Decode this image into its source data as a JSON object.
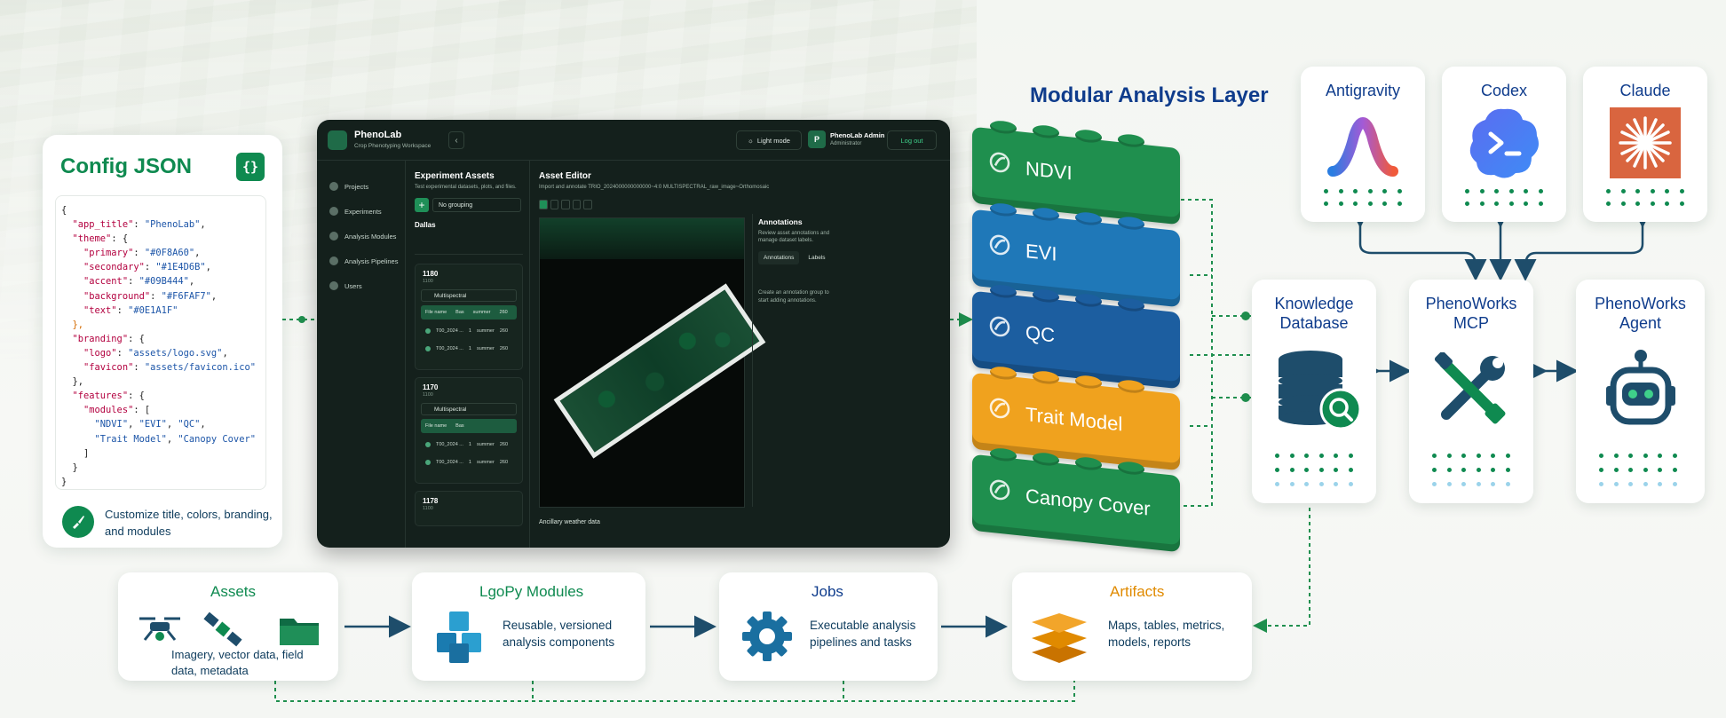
{
  "config": {
    "title": "Config JSON",
    "brace": "{}",
    "code_lines": [
      [
        [
          "p",
          "{"
        ]
      ],
      [
        [
          "k",
          "  \"app_title\""
        ],
        [
          "p",
          ": "
        ],
        [
          "s",
          "\"PhenoLab\""
        ],
        [
          "p",
          ","
        ]
      ],
      [
        [
          "k",
          "  \"theme\""
        ],
        [
          "p",
          ": {"
        ]
      ],
      [
        [
          "k",
          "    \"primary\""
        ],
        [
          "p",
          ": "
        ],
        [
          "s",
          "\"#0F8A60\""
        ],
        [
          "p",
          ","
        ]
      ],
      [
        [
          "k",
          "    \"secondary\""
        ],
        [
          "p",
          ": "
        ],
        [
          "s",
          "\"#1E4D6B\""
        ],
        [
          "p",
          ","
        ]
      ],
      [
        [
          "k",
          "    \"accent\""
        ],
        [
          "p",
          ": "
        ],
        [
          "s",
          "\"#09B444\""
        ],
        [
          "p",
          ","
        ]
      ],
      [
        [
          "k",
          "    \"background\""
        ],
        [
          "p",
          ": "
        ],
        [
          "s",
          "\"#F6FAF7\""
        ],
        [
          "p",
          ","
        ]
      ],
      [
        [
          "k",
          "    \"text\""
        ],
        [
          "p",
          ": "
        ],
        [
          "s",
          "\"#0E1A1F\""
        ]
      ],
      [
        [
          "o",
          "  },"
        ]
      ],
      [
        [
          "k",
          "  \"branding\""
        ],
        [
          "p",
          ": {"
        ]
      ],
      [
        [
          "k",
          "    \"logo\""
        ],
        [
          "p",
          ": "
        ],
        [
          "s",
          "\"assets/logo.svg\""
        ],
        [
          "p",
          ","
        ]
      ],
      [
        [
          "k",
          "    \"favicon\""
        ],
        [
          "p",
          ": "
        ],
        [
          "s",
          "\"assets/favicon.ico\""
        ]
      ],
      [
        [
          "p",
          "  },"
        ]
      ],
      [
        [
          "k",
          "  \"features\""
        ],
        [
          "p",
          ": {"
        ]
      ],
      [
        [
          "k",
          "    \"modules\""
        ],
        [
          "p",
          ": ["
        ]
      ],
      [
        [
          "s",
          "      \"NDVI\""
        ],
        [
          "p",
          ", "
        ],
        [
          "s",
          "\"EVI\""
        ],
        [
          "p",
          ", "
        ],
        [
          "s",
          "\"QC\""
        ],
        [
          "p",
          ","
        ]
      ],
      [
        [
          "s",
          "      \"Trait Model\""
        ],
        [
          "p",
          ", "
        ],
        [
          "s",
          "\"Canopy Cover\""
        ]
      ],
      [
        [
          "p",
          "    ]"
        ]
      ],
      [
        [
          "p",
          "  }"
        ]
      ],
      [
        [
          "p",
          "}"
        ]
      ]
    ],
    "note": "Customize title, colors, branding, and modules"
  },
  "app": {
    "name": "PhenoLab",
    "subtitle": "Crop Phenotyping Workspace",
    "light_mode": "Light mode",
    "user_initial": "P",
    "user_name": "PhenoLab Admin",
    "user_role": "Administrator",
    "logout": "Log out",
    "nav": [
      "Projects",
      "Experiments",
      "Analysis Modules",
      "Analysis Pipelines",
      "Users"
    ],
    "assets_title": "Experiment Assets",
    "assets_sub": "Test experimental datasets, plots, and files.",
    "grouping": "No grouping",
    "site": "Dallas",
    "experiments": [
      {
        "id": "1180",
        "sub": "1100",
        "ms": "Multispectral",
        "hdr": [
          "File name",
          "Bas",
          "summer",
          "260"
        ],
        "rows": [
          [
            "T00_2024 ...",
            "1",
            "summer",
            "260"
          ],
          [
            "T00_2024 ...",
            "1",
            "summer",
            "260"
          ]
        ]
      },
      {
        "id": "1170",
        "sub": "1100",
        "ms": "Multispectral",
        "hdr": [
          "File name",
          "Bas",
          "",
          ""
        ],
        "rows": [
          [
            "T00_2024 ...",
            "1",
            "summer",
            "260"
          ],
          [
            "T00_2024 ...",
            "1",
            "summer",
            "260"
          ]
        ]
      },
      {
        "id": "1178",
        "sub": "1100"
      }
    ],
    "editor_title": "Asset Editor",
    "editor_sub": "Import and annotate TRIO_2024000000000000~4:0 MULTISPECTRAL_raw_image~Orthomosaic",
    "annotations_title": "Annotations",
    "annotations_sub": "Review asset annotations and manage dataset labels.",
    "tab_annotations": "Annotations",
    "tab_labels": "Labels",
    "annotations_empty": "Create an annotation group to start adding annotations.",
    "ancillary": "Ancillary weather data"
  },
  "layer": {
    "title": "Modular Analysis Layer",
    "bricks": [
      {
        "label": "NDVI",
        "color": "#1f8f4e"
      },
      {
        "label": "EVI",
        "color": "#1f78b8"
      },
      {
        "label": "QC",
        "color": "#1c5ea0"
      },
      {
        "label": "Trait Model",
        "color": "#f0a21e"
      },
      {
        "label": "Canopy Cover",
        "color": "#1f8f4e"
      }
    ]
  },
  "agents": [
    {
      "title": "Antigravity"
    },
    {
      "title": "Codex"
    },
    {
      "title": "Claude"
    }
  ],
  "hub": {
    "knowledge": "Knowledge Database",
    "mcp": "PhenoWorks MCP",
    "agent": "PhenoWorks Agent"
  },
  "pipeline": [
    {
      "title": "Assets",
      "desc": "Imagery, vector data, field data, metadata",
      "color": "#0f8a50"
    },
    {
      "title": "LgoPy Modules",
      "desc": "Reusable, versioned analysis components",
      "color": "#0f8a50"
    },
    {
      "title": "Jobs",
      "desc": "Executable analysis pipelines and tasks",
      "color": "#0f3c8c"
    },
    {
      "title": "Artifacts",
      "desc": "Maps, tables, metrics, models, reports",
      "color": "#e08a00"
    }
  ]
}
